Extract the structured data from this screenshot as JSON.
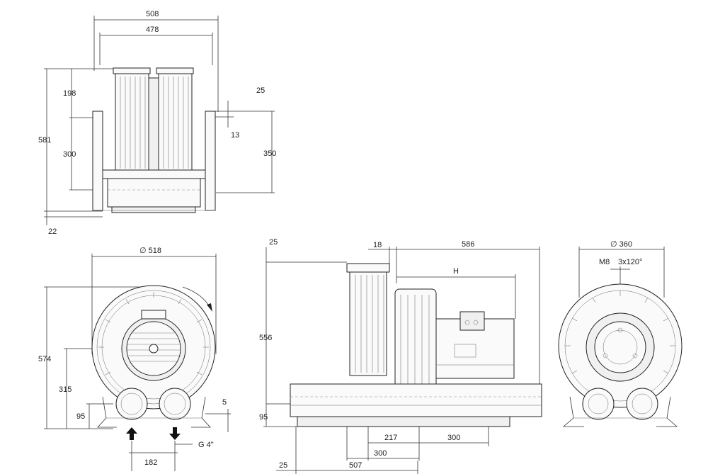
{
  "dimensions": {
    "top_view": {
      "width_outer": "508",
      "width_inner": "478",
      "height_total": "581",
      "height_top": "198",
      "height_mid": "300",
      "base_offset": "22",
      "flange_top": "25",
      "flange_gap": "13",
      "flange_height": "350"
    },
    "front_view": {
      "diameter": "∅ 518",
      "height_total": "574",
      "height_axis": "315",
      "height_ports": "95",
      "foot_right": "5",
      "port_spacing": "182",
      "port_thread": "G 4\""
    },
    "side_view": {
      "top_offset": "25",
      "flange_gap": "18",
      "motor_length": "586",
      "motor_h": "H",
      "height_total": "556",
      "height_base": "95",
      "foot_217": "217",
      "foot_300_right": "300",
      "foot_300_left": "300",
      "base_offset": "25",
      "base_length": "507"
    },
    "rear_view": {
      "diameter": "∅ 360",
      "bolt_pattern_label": "M8",
      "bolt_pattern_angle": "3x120°"
    }
  }
}
